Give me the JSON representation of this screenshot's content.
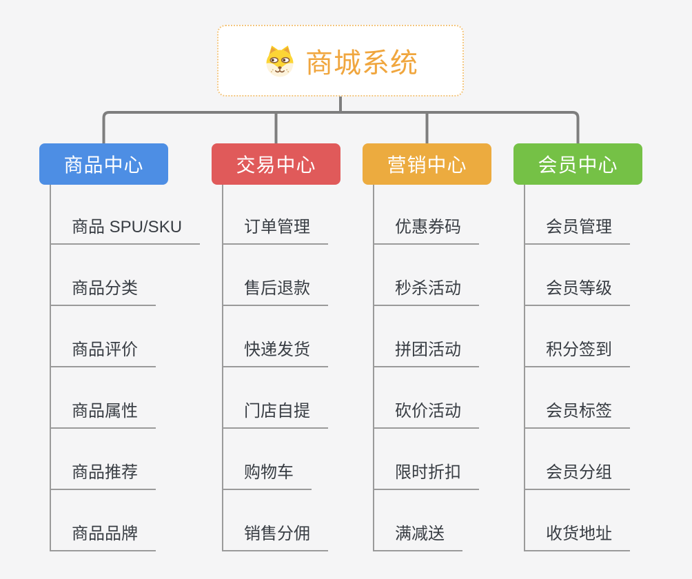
{
  "canvas": {
    "background": "#F5F5F6"
  },
  "root": {
    "title": "商城系统",
    "icon": "dog-face-icon",
    "title_color": "#F0A63E",
    "border_color": "#F3C57D"
  },
  "connector_color": "#7E7E7E",
  "child_line_color": "#9A9A9A",
  "branches": [
    {
      "label": "商品中心",
      "color": "#4D8EE4",
      "children": [
        "商品 SPU/SKU",
        "商品分类",
        "商品评价",
        "商品属性",
        "商品推荐",
        "商品品牌"
      ]
    },
    {
      "label": "交易中心",
      "color": "#E05A5A",
      "children": [
        "订单管理",
        "售后退款",
        "快递发货",
        "门店自提",
        "购物车",
        "销售分佣"
      ]
    },
    {
      "label": "营销中心",
      "color": "#ECAB3F",
      "children": [
        "优惠券码",
        "秒杀活动",
        "拼团活动",
        "砍价活动",
        "限时折扣",
        "满减送"
      ]
    },
    {
      "label": "会员中心",
      "color": "#75C146",
      "children": [
        "会员管理",
        "会员等级",
        "积分签到",
        "会员标签",
        "会员分组",
        "收货地址"
      ]
    }
  ]
}
